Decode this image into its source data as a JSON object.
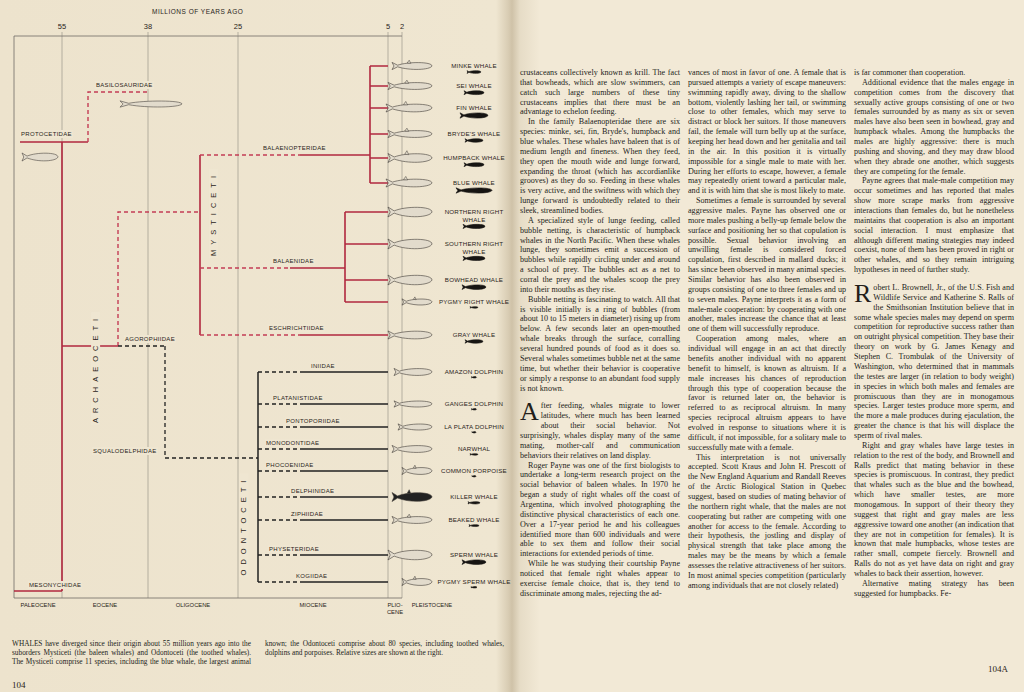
{
  "diagram": {
    "caption": "WHALES have diverged since their origin about 55 million years ago into the suborders Mysticeti (the baleen whales) and Odontoceti (the toothed whales). The Mysticeti comprise 11 species, including the blue whale, the largest animal known; the Odontoceti comprise about 80 species, including toothed whales, dolphins and porpoises. Relative sizes are shown at the right.",
    "labels": [
      "MILLIONS OF YEARS AGO",
      "55",
      "38",
      "25",
      "5",
      "2",
      "PALEOCENE",
      "EOCENE",
      "OLIGOCENE",
      "MIOCENE",
      "PLIO- CENE",
      "PLEISTOCENE",
      "BASILOSAURIDAE",
      "PROTOCETIDAE",
      "BALAENOPTERIDAE",
      "MYSTICETI",
      "BALAENIDAE",
      "ARCHAEOCETI",
      "ESCHRICHTIIDAE",
      "AGOROPHIIDAE",
      "INIIDAE",
      "PLATANISTIDAE",
      "PONTOPORIIDAE",
      "MONODONTIDAE",
      "SQUALODELPHIDAE",
      "PHOCOENIDAE",
      "ODONTOCETI",
      "DELPHINIDAE",
      "ZIPHIIDAE",
      "PHYSETERIDAE",
      "KOGIIDAE",
      "MESONYCHIDAE",
      "MINKE WHALE",
      "SEI WHALE",
      "FIN WHALE",
      "BRYDE'S WHALE",
      "HUMPBACK WHALE",
      "BLUE WHALE",
      "NORTHERN RIGHT WHALE",
      "SOUTHERN RIGHT WHALE",
      "BOWHEAD WHALE",
      "PYGMY RIGHT WHALE",
      "GRAY WHALE",
      "AMAZON DOLPHIN",
      "GANGES DOLPHIN",
      "LA PLATA DOLPHIN",
      "NARWHAL",
      "COMMON PORPOISE",
      "KILLER WHALE",
      "BEAKED WHALE",
      "SPERM WHALE",
      "PYGMY SPERM WHALE",
      "104",
      "104A",
      "crustaceans collectively known as krill. The fact that bowheads, which are slow swimmers, can catch such large numbers of these tiny crustaceans implies that there must be an advantage to echelon feeding.",
      "In the family Balaenopteridae there are six species: minke, sei, fin, Bryde's, humpback and blue whales. These whales have baleen that is of medium length and fineness. When they feed, they open the mouth wide and lunge forward, expanding the throat (which has accordianlike grooves) as they do so. Feeding in these whales is very active, and the swiftness with which they lunge forward is undoubtedly related to their sleek, streamlined bodies.",
      "A specialized style of lunge feeding, called bubble netting, is characteristic of humpback whales in the North Pacific. When these whales lunge, they sometimes emit a succession of bubbles while rapidly circling under and around a school of prey. The bubbles act as a net to corral the prey and the whales scoop the prey into their mouths as they rise.",
      "Bubble netting is fascinating to watch. All that is visible initially is a ring of bubbles (from about 10 to 15 meters in diameter) rising up from below. A few seconds later an open-mouthed whale breaks through the surface, corralling several hundred pounds of food as it does so. Several whales sometimes bubble net at the same time, but whether their behavior is cooperative or simply a response to an abundant food supply is not known.",
      "After feeding, whales migrate to lower latitudes, where much has been learned about their social behavior. Not surprisingly, whales display many of the same mating, mother-calf and communication behaviors their relatives on land display.",
      "Roger Payne was one of the first biologists to undertake a long-term research project on the social behavior of baleen whales. In 1970 he began a study of right whales off the coast of Argentina, which involved photographing the distinctive physical characteristics of each one. Over a 17-year period he and his colleagues identified more than 600 individuals and were able to sex them and follow their social interactions for extended periods of time.",
      "While he was studying their courtship Payne noticed that female right whales appear to exercise female choice, that is, they tend to discriminate among males, rejecting the ad-",
      "vances of most in favor of one. A female that is pursued attempts a variety of escape maneuvers: swimming rapidly away, diving to the shallow bottom, violently lashing her tail, or swimming close to other females, which may serve to distract or block her suitors. If those maneuvers fail, the female will turn belly up at the surface, keeping her head down and her genitalia and tail in the air. In this position it is virtually impossible for a single male to mate with her. During her efforts to escape, however, a female may repeatedly orient toward a particular male, and it is with him that she is most likely to mate.",
      "Sometimes a female is surrounded by several aggressive males. Payne has observed one or more males pushing a belly-up female below the surface and positioning her so that copulation is possible. Sexual behavior involving an unwilling female is considered forced copulation, first described in mallard ducks; it has since been observed in many animal species. Similar behavior has also been observed in groups consisting of one to three females and up to seven males. Payne interprets it as a form of male-male cooperation: by cooperating with one another, males increase the chance that at least one of them will successfully reproduce.",
      "Cooperation among males, where an individual will engage in an act that directly benefits another individual with no apparent benefit to himself, is known as altruism. If a male increases his chances of reproduction through this type of cooperation because the favor is returned later on, the behavior is referred to as reciprocal altruism. In many species reciprocal altruism appears to have evolved in response to situations where it is difficult, if not impossible, for a solitary male to successfully mate with a female.",
      "This interpretation is not universally accepted. Scott Kraus and John H. Prescott of the New England Aquarium and Randall Reeves of the Arctic Biological Station in Quebec suggest, based on studies of mating behavior of the northern right whale, that the males are not cooperating but rather are competing with one another for access to the female. According to their hypothesis, the jostling and display of physical strength that take place among the males may be the means by which a female assesses the relative attractiveness of her suitors. In most animal species competition (particularly among individuals that are not closely related)",
      "is far commoner than cooperation.",
      "Additional evidence that the males engage in competition comes from the discovery that sexually active groups consisting of one or two females surrounded by as many as six or seven males have also been seen in bowhead, gray and humpback whales. Among the humpbacks the males are highly aggressive: there is much pushing and shoving, and they may draw blood when they abrade one another, which suggests they are competing for the female.",
      "Payne agrees that male-male competition may occur sometimes and has reported that males show more scrape marks from aggressive interactions than females do, but he nonetheless maintains that cooperation is also an important social interaction. I must emphasize that although different mating strategies may indeed coexist, none of them has been proved in right or other whales, and so they remain intriguing hypotheses in need of further study.",
      "Robert L. Brownell, Jr., of the U.S. Fish and Wildlife Service and Katherine S. Ralls of the Smithsonian Institution believe that in some whale species males may depend on sperm competition for reproductive success rather than on outright physical competition. They base their theory on work by G. James Kenagy and Stephen C. Trombulak of the University of Washington, who determined that in mammals the testes are larger (in relation to body weight) in species in which both males and females are promiscuous than they are in monogamous species. Larger testes produce more sperm, and the more a male produces during ejaculation, the greater the chance is that his will displace the sperm of rival males.",
      "Right and gray whales have large testes in relation to the rest of the body, and Brownell and Ralls predict that mating behavior in these species is promiscuous. In contrast, they predict that whales such as the blue and the bowhead, which have smaller testes, are more monogamous. In support of their theory they suggest that right and gray males are less aggressive toward one another (an indication that they are not in competition for females). It is known that male humpbacks, whose testes are rather small, compete fiercely. Brownell and Ralls do not as yet have data on right and gray whales to back their assertion, however.",
      "Alternative mating strategy has been suggested for humpbacks. Fe-"
    ]
  }
}
